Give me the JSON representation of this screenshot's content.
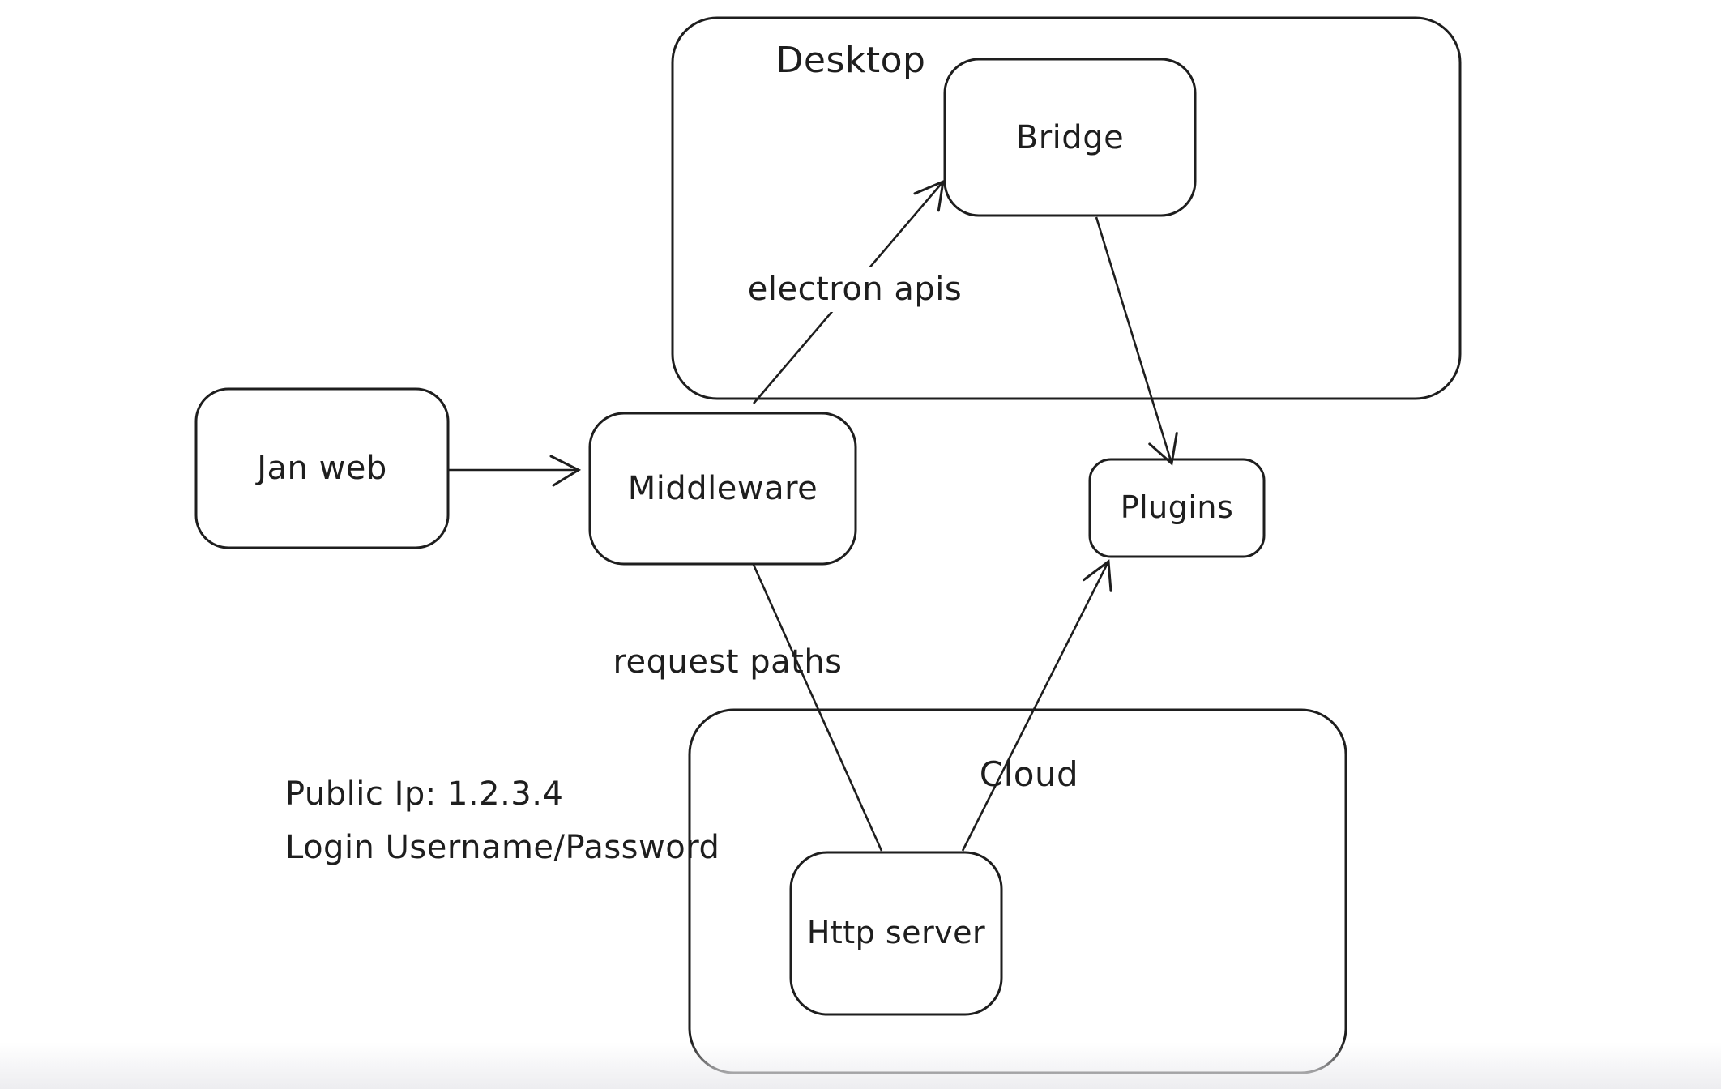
{
  "diagram": {
    "stroke_color": "#1e1e1e",
    "background_color": "#ffffff",
    "containers": {
      "desktop": {
        "label": "Desktop"
      },
      "cloud": {
        "label": "Cloud"
      }
    },
    "nodes": {
      "jan_web": {
        "label": "Jan web"
      },
      "middleware": {
        "label": "Middleware"
      },
      "bridge": {
        "label": "Bridge"
      },
      "plugins": {
        "label": "Plugins"
      },
      "http_server": {
        "label": "Http server"
      }
    },
    "edges": [
      {
        "from": "jan_web",
        "to": "middleware",
        "label": "",
        "arrowhead": "end"
      },
      {
        "from": "middleware",
        "to": "bridge",
        "label": "electron apis",
        "arrowhead": "end"
      },
      {
        "from": "bridge",
        "to": "plugins",
        "label": "",
        "arrowhead": "end"
      },
      {
        "from": "middleware",
        "to": "http_server",
        "label": "request paths",
        "arrowhead": "none"
      },
      {
        "from": "http_server",
        "to": "plugins",
        "label": "",
        "arrowhead": "end"
      }
    ],
    "edge_labels": {
      "electron_apis": "electron apis",
      "request_paths": "request paths"
    },
    "annotations": {
      "public_ip": "Public Ip: 1.2.3.4",
      "login": "Login Username/Password"
    }
  }
}
